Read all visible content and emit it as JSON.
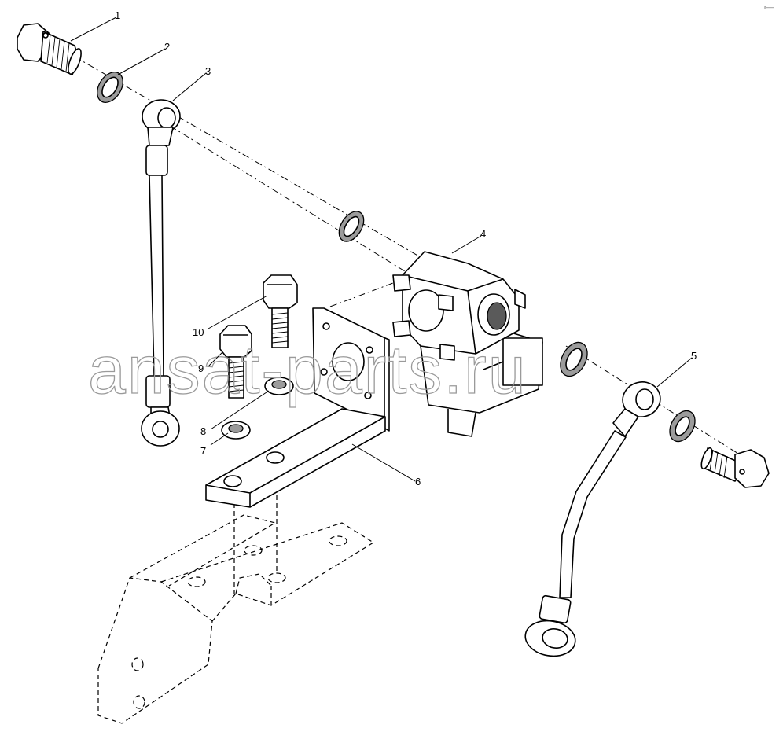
{
  "watermark": "ansat-parts.ru",
  "corner_mark": "r—",
  "callouts": [
    {
      "id": "callout-1",
      "text": "1"
    },
    {
      "id": "callout-2",
      "text": "2"
    },
    {
      "id": "callout-3",
      "text": "3"
    },
    {
      "id": "callout-4",
      "text": "4"
    },
    {
      "id": "callout-5",
      "text": "5"
    },
    {
      "id": "callout-6",
      "text": "6"
    },
    {
      "id": "callout-7",
      "text": "7"
    },
    {
      "id": "callout-8",
      "text": "8"
    },
    {
      "id": "callout-9",
      "text": "9"
    },
    {
      "id": "callout-10",
      "text": "10"
    }
  ]
}
